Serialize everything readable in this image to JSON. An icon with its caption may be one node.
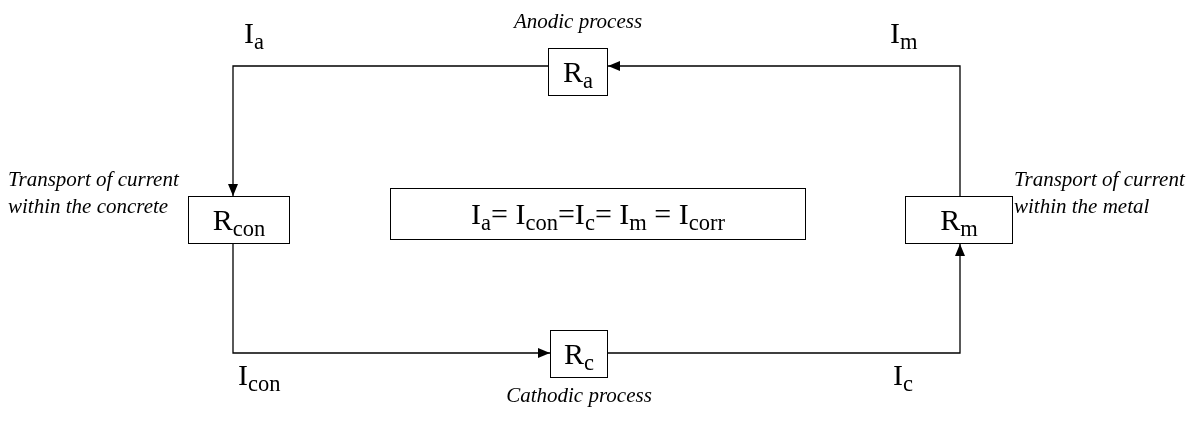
{
  "diagram": {
    "nodes": [
      {
        "text": [
          "R$_{a}$"
        ],
        "beside": [
          "Anodic process"
        ]
      },
      {
        "text": [
          "R$_{con}$"
        ],
        "beside": [
          "Transport of current within the concrete"
        ]
      },
      {
        "text": [
          "R$_{c}$"
        ],
        "beside": [
          "Cathodic process"
        ]
      },
      {
        "text": [
          "R$_{m}$"
        ],
        "beside": [
          "Transport of current within the metal"
        ]
      },
      {
        "text": [
          "I$_{a}$= I$_{con}$=I$_{c}$= I$_{m}$ = I$_{corr}$"
        ]
      }
    ],
    "edges": [
      {
        "from": 0,
        "to": 1,
        "arrow": "to"
      },
      {
        "from": 1,
        "to": 2,
        "arrow": "to"
      },
      {
        "from": 2,
        "to": 3,
        "arrow": "to"
      },
      {
        "from": 3,
        "to": 0,
        "arrow": "to"
      }
    ],
    "labels": [
      "I$_{a}$",
      "I$_{m}$",
      "I$_{con}$",
      "I$_{c}$"
    ]
  }
}
